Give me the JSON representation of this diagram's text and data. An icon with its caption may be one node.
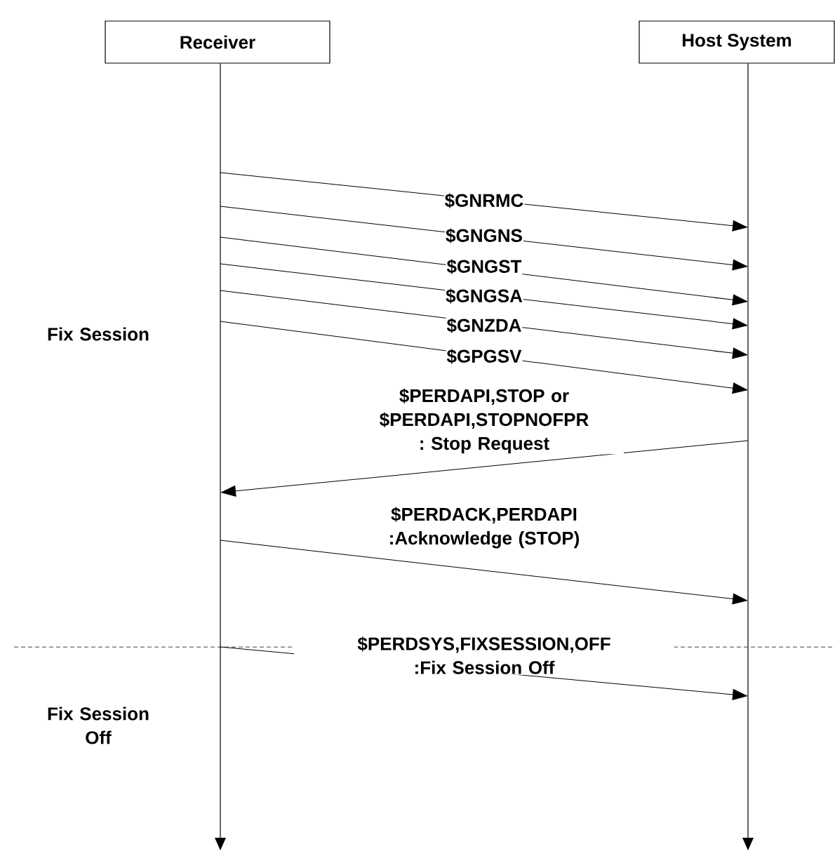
{
  "diagram": {
    "nodes": [
      {
        "text": [
          "Receiver"
        ]
      },
      {
        "text": [
          "Host System"
        ]
      },
      {
        "text": [],
        "shape": "bar"
      },
      {
        "text": [],
        "shape": "bar"
      }
    ],
    "edges": [
      {
        "from": 2,
        "to": 3,
        "arrow": "to",
        "label": "$GNRMC"
      },
      {
        "from": 2,
        "to": 3,
        "arrow": "to",
        "label": "$GNGNS"
      },
      {
        "from": 2,
        "to": 3,
        "arrow": "to",
        "label": "$GNGST"
      },
      {
        "from": 2,
        "to": 3,
        "arrow": "to",
        "label": "$GNGSA"
      },
      {
        "from": 2,
        "to": 3,
        "arrow": "to",
        "label": "$GNZDA"
      },
      {
        "from": 2,
        "to": 3,
        "arrow": "to",
        "label": "$GPGSV"
      },
      {
        "from": 3,
        "to": 2,
        "arrow": "to",
        "label": "$PERDAPI,STOP or $PERDAPI,STOPNOFPR : Stop Request"
      },
      {
        "from": 2,
        "to": 3,
        "arrow": "to",
        "label": "$PERDACK,PERDAPI :Acknowledge (STOP)"
      },
      {
        "from": 2,
        "to": 3,
        "arrow": "to",
        "label": "$PERDSYS,FIXSESSION,OFF :Fix Session Off"
      }
    ],
    "labels": [
      "Fix Session",
      "Fix Session Off"
    ]
  }
}
